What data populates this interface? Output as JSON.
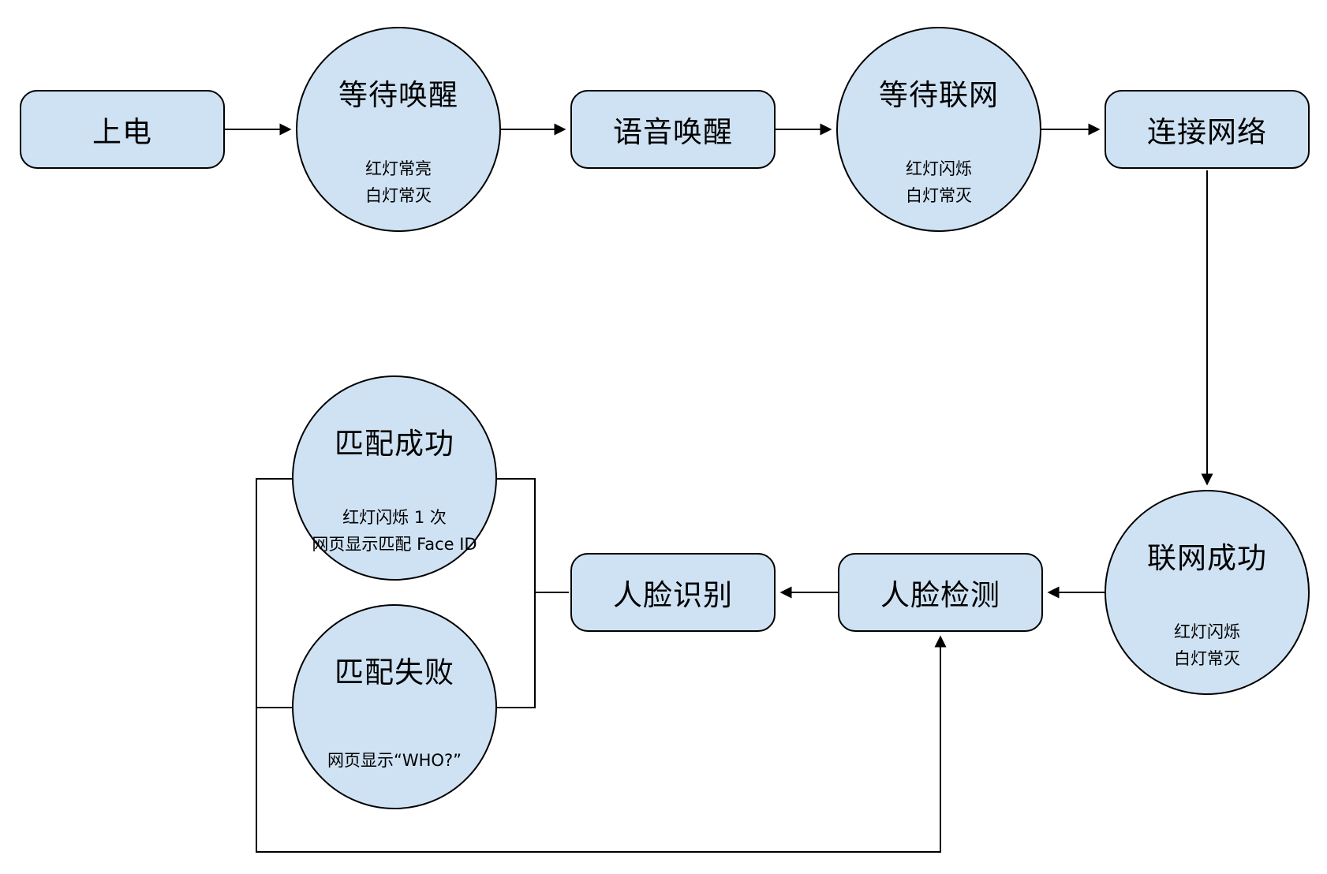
{
  "diagram": {
    "background_color": "#ffffff",
    "node_fill_color": "#cfe2f3",
    "node_stroke_color": "#000000",
    "nodes": {
      "power_on": {
        "type": "process",
        "label": "上电"
      },
      "wait_wake": {
        "type": "state",
        "label": "等待唤醒",
        "sub": [
          "红灯常亮",
          "白灯常灭"
        ]
      },
      "voice_wake": {
        "type": "process",
        "label": "语音唤醒"
      },
      "wait_network": {
        "type": "state",
        "label": "等待联网",
        "sub": [
          "红灯闪烁",
          "白灯常灭"
        ]
      },
      "connect_network": {
        "type": "process",
        "label": "连接网络"
      },
      "network_success": {
        "type": "state",
        "label": "联网成功",
        "sub": [
          "红灯闪烁",
          "白灯常灭"
        ]
      },
      "face_detect": {
        "type": "process",
        "label": "人脸检测"
      },
      "face_recognize": {
        "type": "process",
        "label": "人脸识别"
      },
      "match_success": {
        "type": "state",
        "label": "匹配成功",
        "sub": [
          "红灯闪烁 1 次",
          "网页显示匹配 Face ID"
        ]
      },
      "match_fail": {
        "type": "state",
        "label": "匹配失败",
        "sub": [
          "网页显示“WHO?”"
        ]
      }
    },
    "edges": [
      {
        "from": "power_on",
        "to": "wait_wake",
        "arrow": true
      },
      {
        "from": "wait_wake",
        "to": "voice_wake",
        "arrow": true
      },
      {
        "from": "voice_wake",
        "to": "wait_network",
        "arrow": true
      },
      {
        "from": "wait_network",
        "to": "connect_network",
        "arrow": true
      },
      {
        "from": "connect_network",
        "to": "network_success",
        "arrow": true
      },
      {
        "from": "network_success",
        "to": "face_detect",
        "arrow": true
      },
      {
        "from": "face_detect",
        "to": "face_recognize",
        "arrow": true
      },
      {
        "from": "face_recognize",
        "to": "match_success",
        "arrow": false
      },
      {
        "from": "face_recognize",
        "to": "match_fail",
        "arrow": false
      },
      {
        "from": "match_success",
        "to": "face_detect",
        "arrow": true
      },
      {
        "from": "match_fail",
        "to": "face_detect",
        "arrow": true
      }
    ]
  }
}
